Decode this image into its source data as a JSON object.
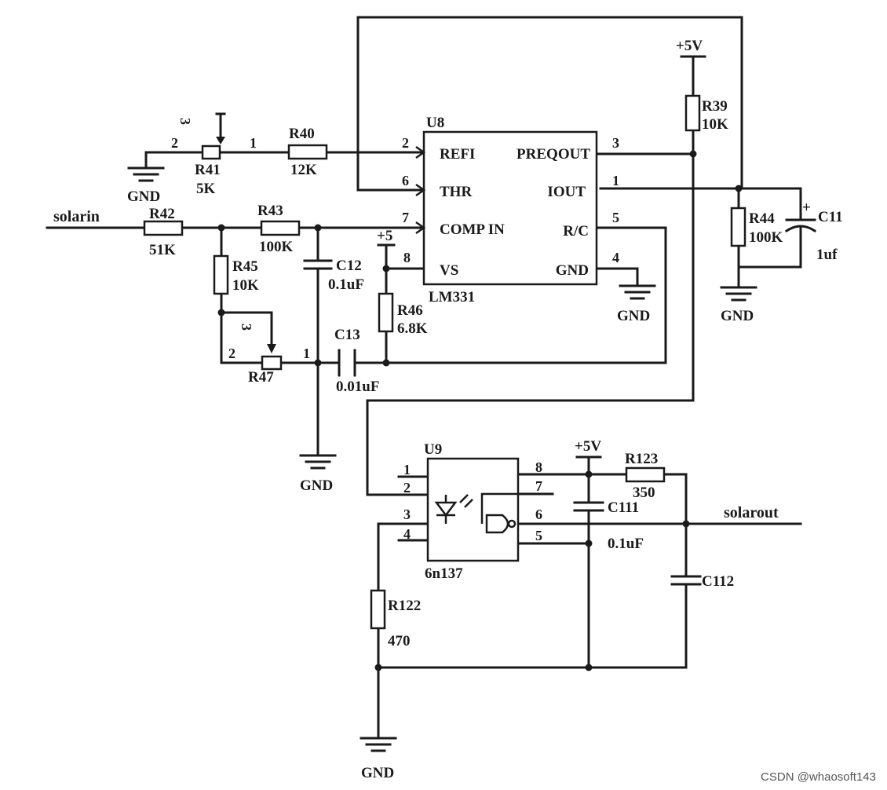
{
  "supply": {
    "plus5v_a": "+5V",
    "plus5v_b": "+5V",
    "plus5": "+5",
    "gnd": "GND"
  },
  "u8": {
    "ref": "U8",
    "part": "LM331",
    "pins": {
      "refi": "REFI",
      "thr": "THR",
      "compin": "COMP IN",
      "vs": "VS",
      "preqout": "PREQOUT",
      "iout": "IOUT",
      "rc": "R/C",
      "gnd": "GND"
    },
    "pin_numbers": {
      "refi": "2",
      "thr": "6",
      "compin": "7",
      "vs": "8",
      "preqout": "3",
      "iout": "1",
      "rc": "5",
      "gnd": "4"
    }
  },
  "u9": {
    "ref": "U9",
    "part": "6n137",
    "pin_numbers": {
      "p1": "1",
      "p2": "2",
      "p3": "3",
      "p4": "4",
      "p5": "5",
      "p6": "6",
      "p7": "7",
      "p8": "8"
    }
  },
  "pots": {
    "r41": {
      "ref": "R41",
      "value": "5K",
      "pin1": "1",
      "pin2": "2",
      "pin3": "3"
    },
    "r47": {
      "ref": "R47",
      "pin1": "1",
      "pin2": "2",
      "pin3": "3"
    }
  },
  "resistors": {
    "r39": {
      "ref": "R39",
      "value": "10K"
    },
    "r40": {
      "ref": "R40",
      "value": "12K"
    },
    "r42": {
      "ref": "R42",
      "value": "51K"
    },
    "r43": {
      "ref": "R43",
      "value": "100K"
    },
    "r44": {
      "ref": "R44",
      "value": "100K"
    },
    "r45": {
      "ref": "R45",
      "value": "10K"
    },
    "r46": {
      "ref": "R46",
      "value": "6.8K"
    },
    "r122": {
      "ref": "R122",
      "value": "470"
    },
    "r123": {
      "ref": "R123",
      "value": "350"
    }
  },
  "capacitors": {
    "c11": {
      "ref": "C11",
      "value": "1uf",
      "polarity": "+"
    },
    "c12": {
      "ref": "C12",
      "value": "0.1uF"
    },
    "c13": {
      "ref": "C13",
      "value": "0.01uF"
    },
    "c111": {
      "ref": "C111",
      "value": "0.1uF"
    },
    "c112": {
      "ref": "C112"
    }
  },
  "signals": {
    "input": "solarin",
    "output": "solarout"
  },
  "watermark": "CSDN @whaosoft143"
}
